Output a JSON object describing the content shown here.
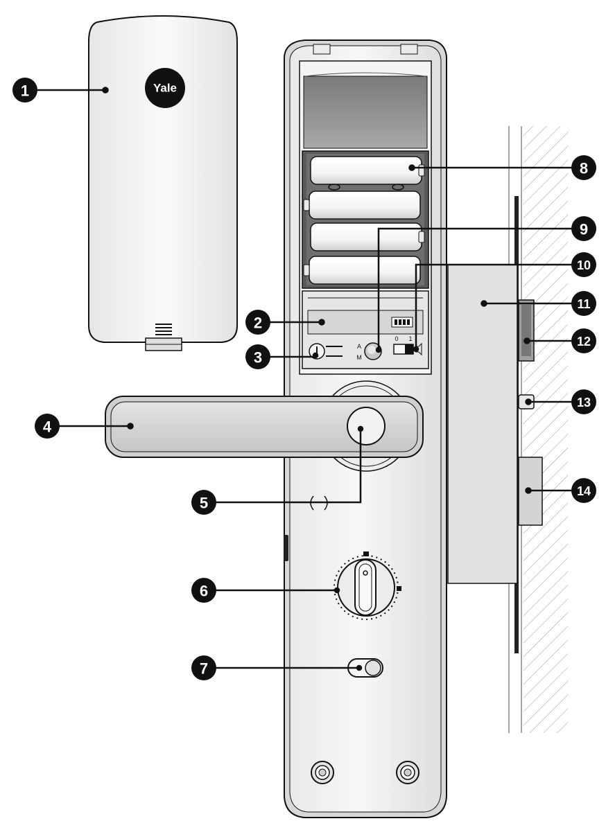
{
  "brand": "Yale",
  "callouts": [
    "1",
    "2",
    "3",
    "4",
    "5",
    "6",
    "7",
    "8",
    "9",
    "10",
    "11",
    "12",
    "13",
    "14"
  ],
  "switch_labels": {
    "auto": "A",
    "manual": "M",
    "off": "0",
    "on": "1"
  },
  "colors": {
    "outline": "#111111",
    "callout_fill": "#111111",
    "body_fill": "#f0f0f0",
    "shade_fill": "#dcdcdc",
    "dark_panel": "#8c8c8c"
  }
}
